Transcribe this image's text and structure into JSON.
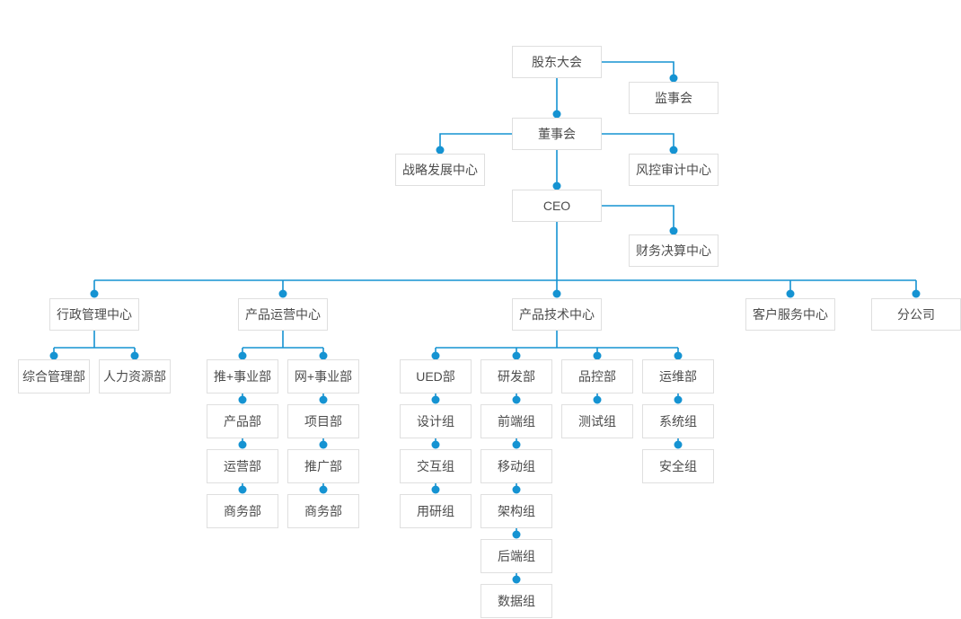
{
  "diagram": {
    "type": "org-chart",
    "colors": {
      "connector_line": "#1593D2",
      "connector_dot": "#1593D2",
      "node_border": "#dfdfdf",
      "node_background": "#ffffff",
      "node_text": "#4c4c4c",
      "page_background": "#ffffff"
    },
    "nodes": {
      "shareholders_meeting": {
        "label": "股东大会"
      },
      "supervisory_board": {
        "label": "监事会"
      },
      "board_of_directors": {
        "label": "董事会"
      },
      "strategy_center": {
        "label": "战略发展中心"
      },
      "risk_audit_center": {
        "label": "风控审计中心"
      },
      "ceo": {
        "label": "CEO"
      },
      "finance_center": {
        "label": "财务决算中心"
      },
      "admin_center": {
        "label": "行政管理中心"
      },
      "product_ops_center": {
        "label": "产品运营中心"
      },
      "product_tech_center": {
        "label": "产品技术中心"
      },
      "customer_service_center": {
        "label": "客户服务中心"
      },
      "branch_company": {
        "label": "分公司"
      },
      "general_mgmt_dept": {
        "label": "综合管理部"
      },
      "hr_dept": {
        "label": "人力资源部"
      },
      "tui_business_dept": {
        "label": "推+事业部"
      },
      "wang_business_dept": {
        "label": "网+事业部"
      },
      "product_dept": {
        "label": "产品部"
      },
      "operations_dept": {
        "label": "运营部"
      },
      "business_dept_1": {
        "label": "商务部"
      },
      "project_dept": {
        "label": "项目部"
      },
      "promotion_dept": {
        "label": "推广部"
      },
      "business_dept_2": {
        "label": "商务部"
      },
      "ued_dept": {
        "label": "UED部"
      },
      "design_group": {
        "label": "设计组"
      },
      "interaction_group": {
        "label": "交互组"
      },
      "user_research_group": {
        "label": "用研组"
      },
      "rd_dept": {
        "label": "研发部"
      },
      "frontend_group": {
        "label": "前端组"
      },
      "mobile_group": {
        "label": "移动组"
      },
      "architecture_group": {
        "label": "架构组"
      },
      "backend_group": {
        "label": "后端组"
      },
      "data_group": {
        "label": "数据组"
      },
      "qc_dept": {
        "label": "品控部"
      },
      "testing_group": {
        "label": "测试组"
      },
      "ops_dept": {
        "label": "运维部"
      },
      "system_group": {
        "label": "系统组"
      },
      "security_group": {
        "label": "安全组"
      }
    },
    "edges": [
      [
        "shareholders_meeting",
        "supervisory_board"
      ],
      [
        "shareholders_meeting",
        "board_of_directors"
      ],
      [
        "board_of_directors",
        "strategy_center"
      ],
      [
        "board_of_directors",
        "risk_audit_center"
      ],
      [
        "board_of_directors",
        "ceo"
      ],
      [
        "ceo",
        "finance_center"
      ],
      [
        "ceo",
        "admin_center"
      ],
      [
        "ceo",
        "product_ops_center"
      ],
      [
        "ceo",
        "product_tech_center"
      ],
      [
        "ceo",
        "customer_service_center"
      ],
      [
        "ceo",
        "branch_company"
      ],
      [
        "admin_center",
        "general_mgmt_dept"
      ],
      [
        "admin_center",
        "hr_dept"
      ],
      [
        "product_ops_center",
        "tui_business_dept"
      ],
      [
        "product_ops_center",
        "wang_business_dept"
      ],
      [
        "tui_business_dept",
        "product_dept"
      ],
      [
        "product_dept",
        "operations_dept"
      ],
      [
        "operations_dept",
        "business_dept_1"
      ],
      [
        "wang_business_dept",
        "project_dept"
      ],
      [
        "project_dept",
        "promotion_dept"
      ],
      [
        "promotion_dept",
        "business_dept_2"
      ],
      [
        "product_tech_center",
        "ued_dept"
      ],
      [
        "product_tech_center",
        "rd_dept"
      ],
      [
        "product_tech_center",
        "qc_dept"
      ],
      [
        "product_tech_center",
        "ops_dept"
      ],
      [
        "ued_dept",
        "design_group"
      ],
      [
        "design_group",
        "interaction_group"
      ],
      [
        "interaction_group",
        "user_research_group"
      ],
      [
        "rd_dept",
        "frontend_group"
      ],
      [
        "frontend_group",
        "mobile_group"
      ],
      [
        "mobile_group",
        "architecture_group"
      ],
      [
        "architecture_group",
        "backend_group"
      ],
      [
        "backend_group",
        "data_group"
      ],
      [
        "qc_dept",
        "testing_group"
      ],
      [
        "ops_dept",
        "system_group"
      ],
      [
        "system_group",
        "security_group"
      ]
    ]
  }
}
